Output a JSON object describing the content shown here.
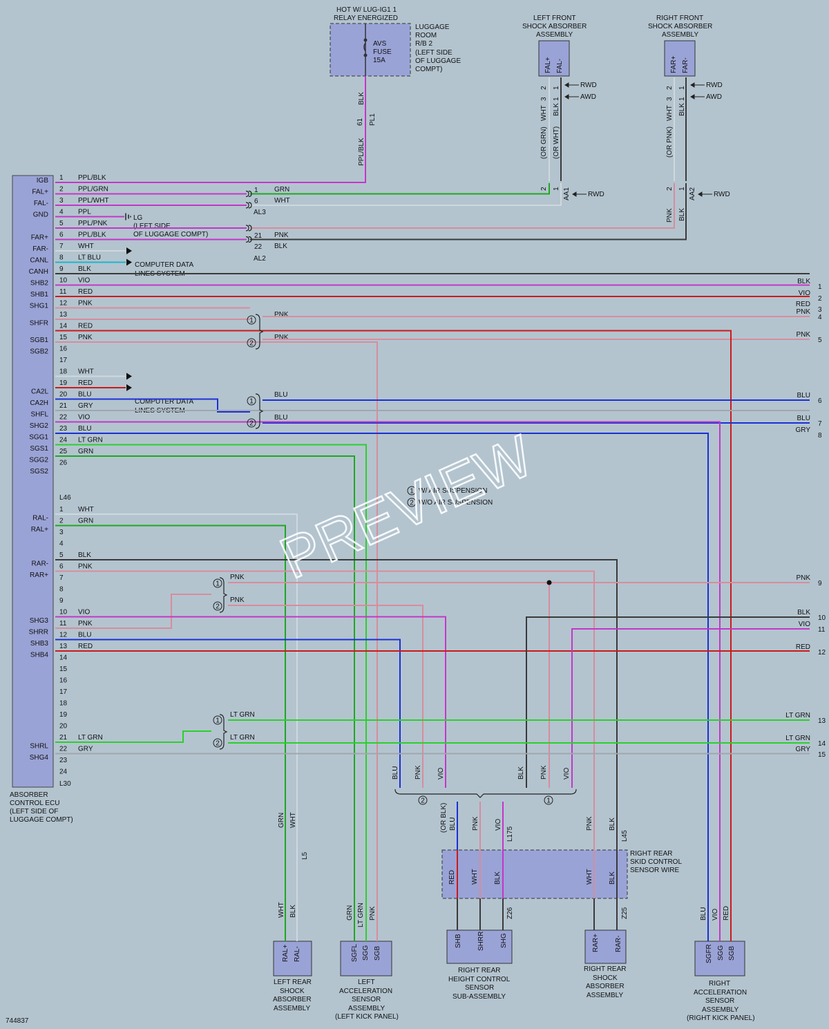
{
  "top": {
    "hot_label_1": "HOT W/ LUG-IG1 1",
    "hot_label_2": "RELAY ENERGIZED",
    "fuse_1": "AVS",
    "fuse_2": "FUSE",
    "fuse_3": "15A",
    "room": [
      "LUGGAGE",
      "ROOM",
      "R/B 2",
      "(LEFT SIDE",
      "OF LUGGAGE",
      "COMPT)"
    ],
    "lf_title": [
      "LEFT FRONT",
      "SHOCK ABSORBER",
      "ASSEMBLY"
    ],
    "rf_title": [
      "RIGHT FRONT",
      "SHOCK ABSORBER",
      "ASSEMBLY"
    ],
    "lf_pins": [
      "FAL+",
      "FAL-"
    ],
    "rf_pins": [
      "FAR+",
      "FAR-"
    ],
    "rwd": "RWD",
    "awd": "AWD"
  },
  "vertical_labels": {
    "blk": "BLK",
    "pin61": "61",
    "pl1": "PL1",
    "pplblk": "PPL/BLK",
    "wht": "WHT",
    "orgrn": "(OR GRN)",
    "orwht": "(OR WHT)",
    "orpnk": "(OR PNK)",
    "pnk": "PNK",
    "aa1": "AA1",
    "aa2": "AA2",
    "n1": "1",
    "n2": "2",
    "n3": "3"
  },
  "ecu": {
    "pins": [
      "IGB",
      "FAL+",
      "FAL-",
      "GND",
      "FAR+",
      "FAR-",
      "CANL",
      "CANH",
      "SHB2",
      "SHB1",
      "SHG1",
      "SHFR",
      "SGB1",
      "SGB2",
      "CA2L",
      "CA2H",
      "SHFL",
      "SHG2",
      "SGG1",
      "SGS1",
      "SGG2",
      "SGS2",
      "RAL-",
      "RAL+",
      "RAR-",
      "RAR+",
      "SHG3",
      "SHRR",
      "SHB3",
      "SHB4",
      "SHRL",
      "SHG4"
    ],
    "caption": [
      "ABSORBER",
      "CONTROL ECU",
      "(LEFT SIDE OF",
      "LUGGAGE COMPT)"
    ],
    "conn_l46": "L46",
    "conn_l30": "L30"
  },
  "wires_l46": [
    {
      "n": "1",
      "c": "PPL/BLK"
    },
    {
      "n": "2",
      "c": "PPL/GRN"
    },
    {
      "n": "3",
      "c": "PPL/WHT"
    },
    {
      "n": "4",
      "c": "PPL"
    },
    {
      "n": "5",
      "c": "PPL/PNK"
    },
    {
      "n": "6",
      "c": "PPL/BLK"
    },
    {
      "n": "7",
      "c": "WHT"
    },
    {
      "n": "8",
      "c": "LT BLU"
    },
    {
      "n": "9",
      "c": "BLK"
    },
    {
      "n": "10",
      "c": "VIO"
    },
    {
      "n": "11",
      "c": "RED"
    },
    {
      "n": "12",
      "c": "PNK"
    },
    {
      "n": "13",
      "c": ""
    },
    {
      "n": "14",
      "c": "RED"
    },
    {
      "n": "15",
      "c": "PNK"
    },
    {
      "n": "16",
      "c": ""
    },
    {
      "n": "17",
      "c": ""
    },
    {
      "n": "18",
      "c": "WHT"
    },
    {
      "n": "19",
      "c": "RED"
    },
    {
      "n": "20",
      "c": "BLU"
    },
    {
      "n": "21",
      "c": "GRY"
    },
    {
      "n": "22",
      "c": "VIO"
    },
    {
      "n": "23",
      "c": "BLU"
    },
    {
      "n": "24",
      "c": "LT GRN"
    },
    {
      "n": "25",
      "c": "GRN"
    },
    {
      "n": "26",
      "c": ""
    }
  ],
  "wires_l30": [
    {
      "n": "1",
      "c": "WHT"
    },
    {
      "n": "2",
      "c": "GRN"
    },
    {
      "n": "3",
      "c": ""
    },
    {
      "n": "4",
      "c": ""
    },
    {
      "n": "5",
      "c": "BLK"
    },
    {
      "n": "6",
      "c": "PNK"
    },
    {
      "n": "7",
      "c": ""
    },
    {
      "n": "8",
      "c": ""
    },
    {
      "n": "9",
      "c": ""
    },
    {
      "n": "10",
      "c": "VIO"
    },
    {
      "n": "11",
      "c": "PNK"
    },
    {
      "n": "12",
      "c": "BLU"
    },
    {
      "n": "13",
      "c": "RED"
    },
    {
      "n": "14",
      "c": ""
    },
    {
      "n": "15",
      "c": ""
    },
    {
      "n": "16",
      "c": ""
    },
    {
      "n": "17",
      "c": ""
    },
    {
      "n": "18",
      "c": ""
    },
    {
      "n": "19",
      "c": ""
    },
    {
      "n": "20",
      "c": ""
    },
    {
      "n": "21",
      "c": "LT GRN"
    },
    {
      "n": "22",
      "c": "GRY"
    },
    {
      "n": "23",
      "c": ""
    },
    {
      "n": "24",
      "c": ""
    }
  ],
  "mid_labels": {
    "lg": "LG",
    "lg_note_1": "(LEFT SIDE",
    "lg_note_2": "OF LUGGAGE COMPT)",
    "cds_1": "COMPUTER DATA",
    "cds_2": "LINES SYSTEM",
    "al3": "AL3",
    "al2": "AL2",
    "al3_p1": "1",
    "al3_p6": "6",
    "al2_p21": "21",
    "al2_p22": "22",
    "grn": "GRN",
    "wht": "WHT",
    "pnk": "PNK",
    "blk": "BLK",
    "blu": "BLU",
    "lt_grn": "LT GRN",
    "c1": "1",
    "c2": "2",
    "legend_1": "W/ AIR SUSPENSION",
    "legend_2": "W/O AIR SUSPENSION"
  },
  "right_end": [
    {
      "n": "1",
      "c": "BLK"
    },
    {
      "n": "2",
      "c": "VIO"
    },
    {
      "n": "3",
      "c": "RED"
    },
    {
      "n": "4",
      "c": "PNK"
    },
    {
      "n": "5",
      "c": "PNK"
    },
    {
      "n": "6",
      "c": "BLU"
    },
    {
      "n": "7",
      "c": "BLU"
    },
    {
      "n": "8",
      "c": "GRY"
    },
    {
      "n": "9",
      "c": "PNK"
    },
    {
      "n": "10",
      "c": "BLK"
    },
    {
      "n": "11",
      "c": "VIO"
    },
    {
      "n": "12",
      "c": "RED"
    },
    {
      "n": "13",
      "c": "LT GRN"
    },
    {
      "n": "14",
      "c": "LT GRN"
    },
    {
      "n": "15",
      "c": "GRY"
    }
  ],
  "bottom": {
    "sensor_wire": [
      "RIGHT REAR",
      "SKID CONTROL",
      "SENSOR WIRE"
    ],
    "sw_colors": [
      "RED",
      "WHT",
      "BLK",
      "WHT",
      "BLK"
    ],
    "l175": "L175",
    "l45": "L45",
    "l5": "L5",
    "z26": "Z26",
    "z25": "Z25",
    "orblk": "(OR BLK)",
    "lrs": {
      "pins": [
        "RAL+",
        "RAL-"
      ],
      "caption": [
        "LEFT REAR",
        "SHOCK",
        "ABSORBER",
        "ASSEMBLY"
      ]
    },
    "las": {
      "pins": [
        "SGFL",
        "SGG",
        "SGB"
      ],
      "caption": [
        "LEFT",
        "ACCELERATION",
        "SENSOR",
        "ASSEMBLY",
        "(LEFT KICK PANEL)"
      ]
    },
    "rrh": {
      "pins": [
        "SHB",
        "SHRR",
        "SHG"
      ],
      "caption": [
        "RIGHT REAR",
        "HEIGHT CONTROL",
        "SENSOR",
        "SUB-ASSEMBLY"
      ]
    },
    "rrs": {
      "pins": [
        "RAR+",
        "RAR-"
      ],
      "caption": [
        "RIGHT REAR",
        "SHOCK",
        "ABSORBER",
        "ASSEMBLY"
      ]
    },
    "ras": {
      "pins": [
        "SGFR",
        "SGG",
        "SGB"
      ],
      "caption": [
        "RIGHT",
        "ACCELERATION",
        "SENSOR",
        "ASSEMBLY",
        "(RIGHT KICK PANEL)"
      ]
    }
  },
  "doc_number": "744837",
  "watermark": "PREVIEW",
  "colors": {
    "background": "#b3c4cf",
    "component": "#9aa3d6",
    "ppl": "#c436c8",
    "vio": "#c436c8",
    "grn": "#1ea81e",
    "ltgrn": "#2bd02b",
    "red": "#cc1a1a",
    "pnk": "#d88c9c",
    "blu": "#1c2fd6",
    "ltblu": "#1fb5c9",
    "blk": "#3a3a3a",
    "wht": "#cfd8dd",
    "gry": "#a0a6ad"
  }
}
